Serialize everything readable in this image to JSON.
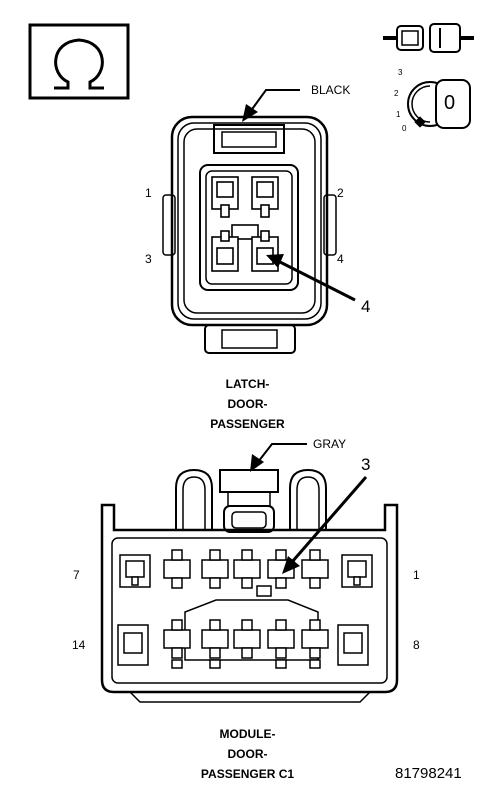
{
  "icons": {
    "ohm": "ohmmeter-icon",
    "connector": "connector-disconnect-icon",
    "ignition": "ignition-key-off-icon",
    "ignition_positions": [
      "3",
      "2",
      "1",
      "0"
    ],
    "ignition_key_label": "0"
  },
  "connector1": {
    "color_label": "BLACK",
    "title_lines": [
      "LATCH-",
      "DOOR-",
      "PASSENGER"
    ],
    "pins": {
      "p1": "1",
      "p2": "2",
      "p3": "3",
      "p4": "4"
    },
    "callout": "4"
  },
  "connector2": {
    "color_label": "GRAY",
    "title_lines": [
      "MODULE-",
      "DOOR-",
      "PASSENGER C1"
    ],
    "pins": {
      "p7": "7",
      "p1": "1",
      "p14": "14",
      "p8": "8"
    },
    "callout": "3"
  },
  "figure_number": "81798241"
}
